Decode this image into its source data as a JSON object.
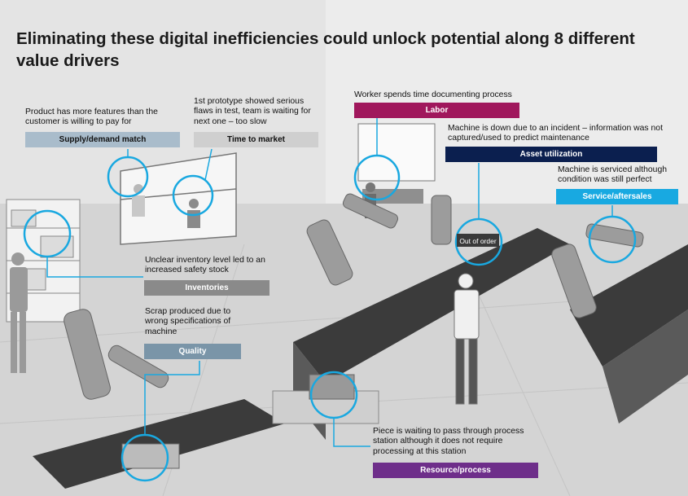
{
  "title": "Eliminating these digital inefficiencies could unlock potential along 8 different value drivers",
  "sign_text": "Out of order",
  "drivers": [
    {
      "caption": "Product has more features than the customer is willing to pay for",
      "label": "Supply/demand match",
      "color": "#a9bccb"
    },
    {
      "caption": "1st prototype showed serious flaws in test, team is waiting for next one – too slow",
      "label": "Time to market",
      "color": "#cfcfcf"
    },
    {
      "caption": "Worker spends time documenting process",
      "label": "Labor",
      "color": "#a0175c"
    },
    {
      "caption": "Machine is down due to an incident – information was not captured/used to predict maintenance",
      "label": "Asset utilization",
      "color": "#0b1f4f"
    },
    {
      "caption": "Machine is serviced although condition was still perfect",
      "label": "Service/aftersales",
      "color": "#18a9e1"
    },
    {
      "caption": "Unclear inventory level led to an increased safety stock",
      "label": "Inventories",
      "color": "#8a8a8a"
    },
    {
      "caption": "Scrap produced due to wrong specifications of machine",
      "label": "Quality",
      "color": "#7a95a8"
    },
    {
      "caption": "Piece is waiting to pass through process station although it does not require processing at this station",
      "label": "Resource/process",
      "color": "#6e2e8a"
    }
  ],
  "accent": "#19a8e0"
}
